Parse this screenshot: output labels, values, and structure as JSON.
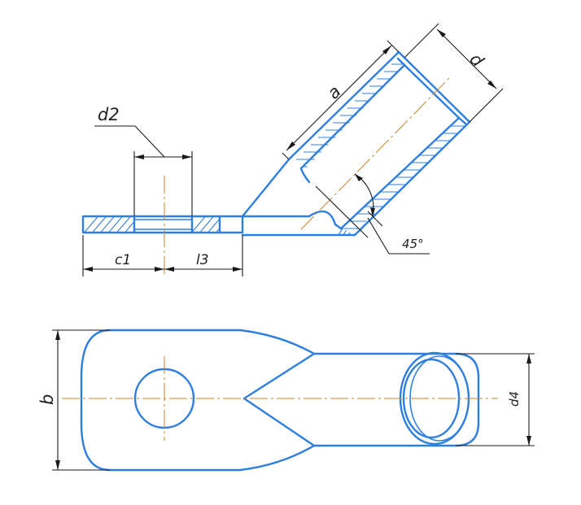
{
  "colors": {
    "outline": "#2f7fe0",
    "dimension": "#1a1a1a",
    "centerline": "#c8842a",
    "background": "#ffffff"
  },
  "dimensions": {
    "d2": "d2",
    "c1": "c1",
    "l3": "l3",
    "a": "a",
    "d": "d",
    "angle": "45°",
    "b": "b",
    "d4": "d4"
  }
}
